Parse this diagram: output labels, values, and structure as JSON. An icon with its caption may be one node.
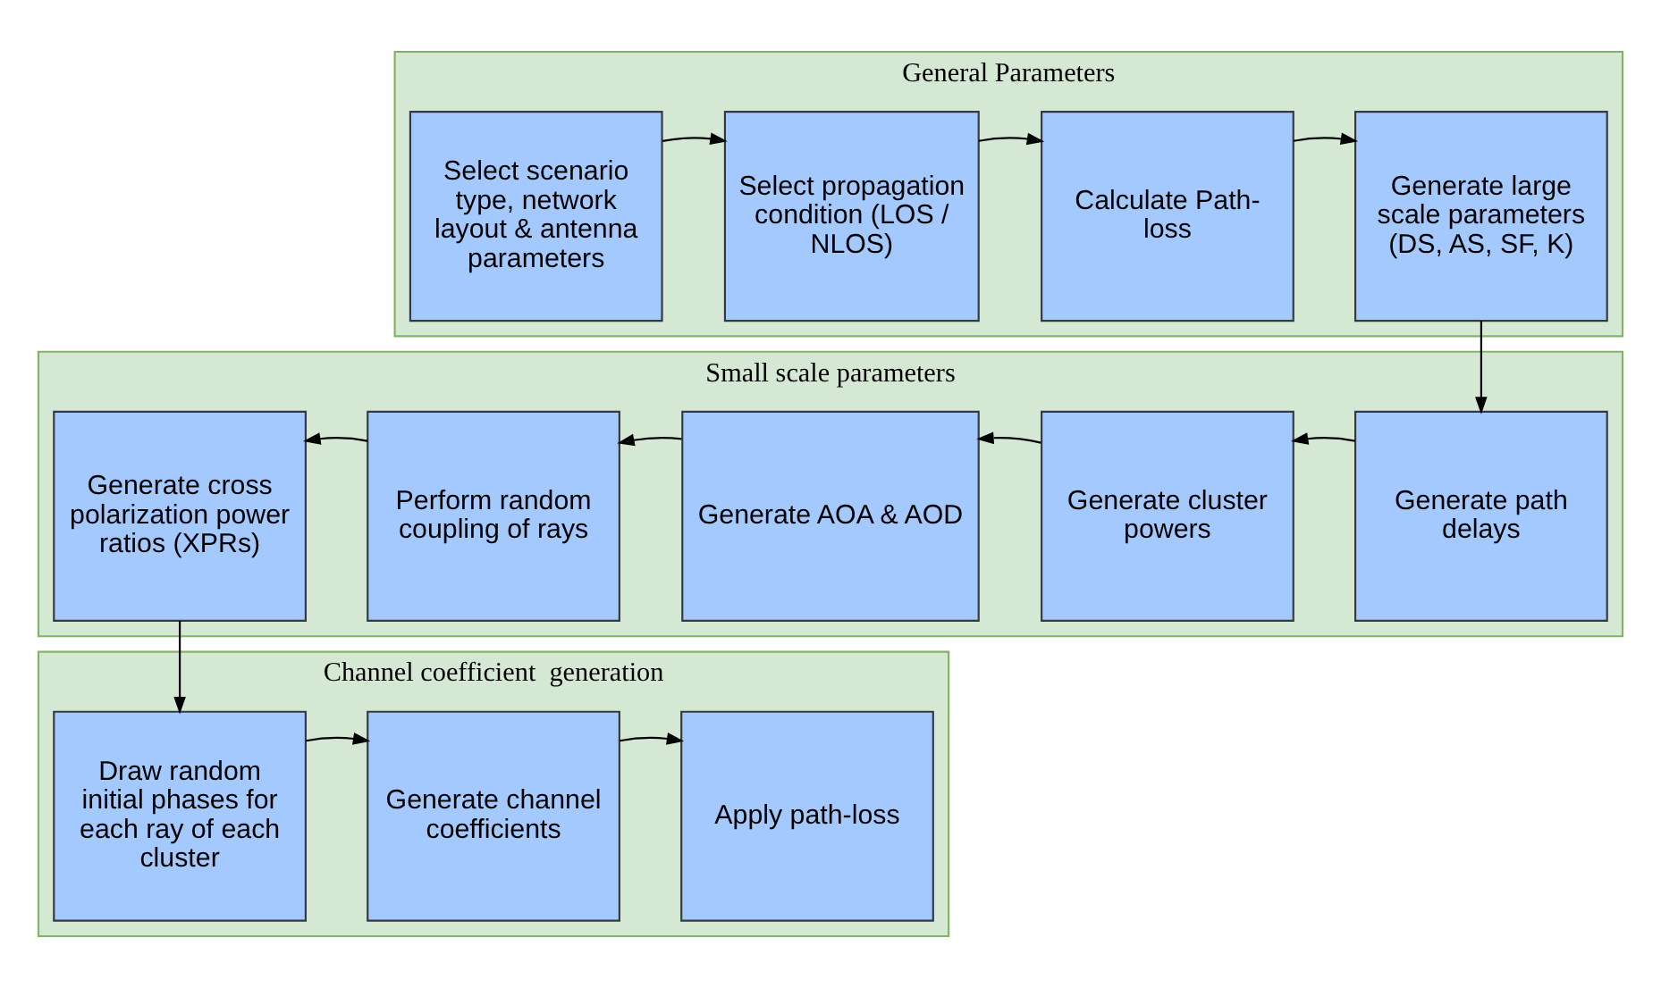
{
  "diagram": {
    "nodes": [
      {
        "text": [
          "General Parameters"
        ]
      },
      {
        "text": [
          "Select scenario type, network layout & antenna parameters"
        ],
        "in": 0
      },
      {
        "text": [
          "Select propagation condition (LOS / NLOS)"
        ],
        "in": 0
      },
      {
        "text": [
          "Calculate Path-loss"
        ],
        "in": 0
      },
      {
        "text": [
          "Generate large scale parameters (DS, AS, SF, K)"
        ],
        "in": 0
      },
      {
        "text": [
          "Small scale parameters"
        ]
      },
      {
        "text": [
          "Generate cross polarization power ratios (XPRs)"
        ],
        "in": 5
      },
      {
        "text": [
          "Perform random coupling of rays"
        ],
        "in": 5
      },
      {
        "text": [
          "Generate AOA & AOD"
        ],
        "in": 5
      },
      {
        "text": [
          "Generate cluster powers"
        ],
        "in": 5
      },
      {
        "text": [
          "Generate path delays"
        ],
        "in": 5
      },
      {
        "text": [
          "Channel coefficient  generation"
        ]
      },
      {
        "text": [
          "Draw random initial phases for each ray of each cluster"
        ],
        "in": 11
      },
      {
        "text": [
          "Generate channel coefficients"
        ],
        "in": 11
      },
      {
        "text": [
          "Apply path-loss"
        ],
        "in": 11
      }
    ],
    "edges": [
      {
        "from": 1,
        "to": 2,
        "arrow": "to"
      },
      {
        "from": 2,
        "to": 3,
        "arrow": "to"
      },
      {
        "from": 3,
        "to": 4,
        "arrow": "to"
      },
      {
        "from": 4,
        "to": 10,
        "arrow": "to"
      },
      {
        "from": 10,
        "to": 9,
        "arrow": "to"
      },
      {
        "from": 9,
        "to": 8,
        "arrow": "to"
      },
      {
        "from": 8,
        "to": 7,
        "arrow": "to"
      },
      {
        "from": 7,
        "to": 6,
        "arrow": "to"
      },
      {
        "from": 6,
        "to": 12,
        "arrow": "to"
      },
      {
        "from": 12,
        "to": 13,
        "arrow": "to"
      },
      {
        "from": 13,
        "to": 14,
        "arrow": "to"
      }
    ]
  }
}
